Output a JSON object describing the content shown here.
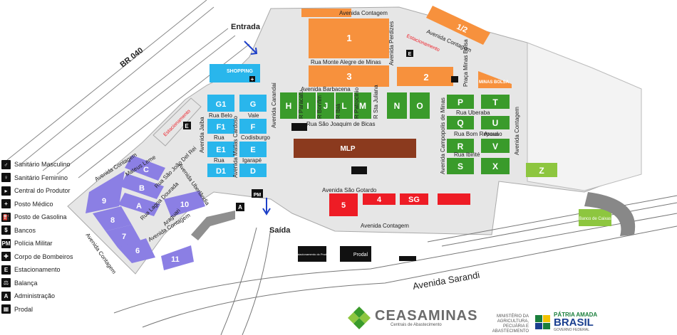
{
  "roads": {
    "br040": "BR 040",
    "entrada": "Entrada",
    "saida": "Saída",
    "av_contagem": "Avenida Contagem",
    "av_sarandi": "Avenida Sarandi",
    "av_perdizes": "Avenida Perdizes",
    "rua_monte_alegre": "Rua Monte Alegre de Minas",
    "av_barbacena": "Avenida Barbacena",
    "av_carandai": "Avenida Carandaí",
    "r_paracatu": "R Paracatu",
    "r_bonfim": "R Bonfim",
    "r_ibia": "R Ibiá",
    "r_patrocinio": "R Patrocínio",
    "r_sta_juliana": "R Sta Juliana",
    "rua_sao_joaquim": "Rua São Joaquim de Bicas",
    "av_camanducaia": "Avenida Campopolis de Minas",
    "rua_uberaba": "Rua Uberaba",
    "rua_bom_repouso": "Rua Bom Repouso",
    "araxa": "Araxá",
    "rua_ibirite": "Rua Ibirité",
    "av_sao_gotardo": "Avenida São Gotardo",
    "av_matias_cardoso": "Avenida Matias Cardoso",
    "av_jaiba": "Avenida Jaíba",
    "rua_belo": "Rua Belo",
    "vale": "Vale",
    "rua": "Rua",
    "codisburgo": "Codisburgo",
    "igarape": "Igarapé",
    "av_uberlandia": "Avenida Uberlândia",
    "mateus_leme": "Mateus Leme",
    "sao_joao_del_rei": "Rua São João Del Rei",
    "lagoa_dourada": "Rua Lagoa Dourada",
    "araguari": "Araguari",
    "av_itapecerica": "Avenida",
    "praca_minas_bolsa": "Praça Minas Bolsa",
    "estacionamento": "Estacionamento"
  },
  "blocks": {
    "orange": [
      "1",
      "2",
      "3",
      "1/2",
      "MINAS BOLSA"
    ],
    "green": [
      "H",
      "I",
      "J",
      "L",
      "M",
      "N",
      "O",
      "P",
      "T",
      "Q",
      "U",
      "R",
      "V",
      "S",
      "X",
      "Z"
    ],
    "cyan": [
      "G1",
      "G",
      "F1",
      "F",
      "E1",
      "E",
      "D1",
      "D",
      "SHOPPING"
    ],
    "purple": [
      "C",
      "B",
      "A",
      "9",
      "8",
      "7",
      "6",
      "10",
      "11"
    ],
    "red": [
      "5",
      "4",
      "SG"
    ],
    "brown": [
      "MLP"
    ],
    "misc": [
      "Banco de Caixas",
      "Prodal",
      "Estacionamento do Prodal",
      "Balança"
    ]
  },
  "markers": {
    "pm": "PM",
    "e": "E",
    "a": "A",
    "plus": "+"
  },
  "legend": {
    "items": [
      {
        "icon": "♂",
        "label": "Sanitário Masculino"
      },
      {
        "icon": "♀",
        "label": "Sanitário Feminino"
      },
      {
        "icon": "▸",
        "label": "Central do Produtor"
      },
      {
        "icon": "+",
        "label": "Posto Médico"
      },
      {
        "icon": "⛽",
        "label": "Posto de Gasolina"
      },
      {
        "icon": "$",
        "label": "Bancos"
      },
      {
        "icon": "PM",
        "label": "Polícia Militar"
      },
      {
        "icon": "✚",
        "label": "Corpo de Bombeiros"
      },
      {
        "icon": "E",
        "label": "Estacionamento"
      },
      {
        "icon": "⚖",
        "label": "Balança"
      },
      {
        "icon": "A",
        "label": "Administração"
      },
      {
        "icon": "▦",
        "label": "Prodal"
      }
    ]
  },
  "brand": {
    "name": "CEASAMINAS",
    "subtitle": "Centrais de Abastecimento",
    "ministry": "MINISTÉRIO DA AGRICULTURA, PECUÁRIA E ABASTECIMENTO",
    "gov_top": "PÁTRIA AMADA",
    "gov_big": "BRASIL",
    "gov_sub": "GOVERNO FEDERAL"
  },
  "colors": {
    "orange": "#f7913d",
    "green": "#3a9b2b",
    "light_green": "#8dc63f",
    "cyan": "#29b6ec",
    "purple": "#8b7fe4",
    "red": "#ee1c25",
    "brown": "#8b3a1e",
    "pavement": "#e6e6e6",
    "road_line": "#777777",
    "arrow": "#1e40c8"
  }
}
